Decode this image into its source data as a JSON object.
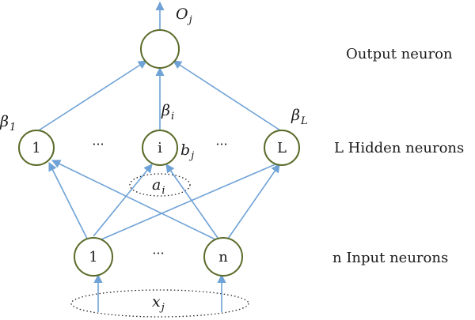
{
  "colors": {
    "edge": "#6fa2d6",
    "node_stroke": "#5a6b2a"
  },
  "layer_labels": {
    "output": "Output neuron",
    "hidden": "L Hidden neurons",
    "input": "n Input neurons"
  },
  "nodes": {
    "hidden_first": "1",
    "hidden_middle": "i",
    "hidden_last": "L",
    "input_first": "1",
    "input_last": "n"
  },
  "ellipses": {
    "hidden_left": "···",
    "hidden_right": "···",
    "input": "···"
  },
  "math": {
    "output": {
      "base": "O",
      "sub": "j"
    },
    "beta_first": {
      "base": "β",
      "sub": "1"
    },
    "beta_middle": {
      "base": "β",
      "sub": "i"
    },
    "beta_last": {
      "base": "β",
      "sub": "L"
    },
    "bias": {
      "base": "b",
      "sub": "j"
    },
    "weight": {
      "base": "a",
      "sub": "i"
    },
    "input": {
      "base": "x",
      "sub": "j"
    }
  }
}
